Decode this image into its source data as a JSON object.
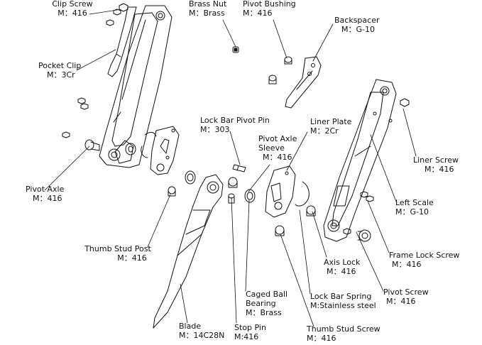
{
  "parts": [
    {
      "key": "clip_screw",
      "name": "Clip Screw",
      "material": "M：416"
    },
    {
      "key": "brass_nut",
      "name": "Brass Nut",
      "material": "M：Brass"
    },
    {
      "key": "pivot_bushing",
      "name": "Pivot Bushing",
      "material": "M：416"
    },
    {
      "key": "backspacer",
      "name": "Backspacer",
      "material": "M：G-10"
    },
    {
      "key": "pocket_clip",
      "name": "Pocket Clip",
      "material": "M：3Cr"
    },
    {
      "key": "lock_bar_pivot_pin",
      "name": "Lock Bar Pivot Pin",
      "material": "M：303"
    },
    {
      "key": "liner_plate",
      "name": "Liner Plate",
      "material": "M：2Cr"
    },
    {
      "key": "pivot_axle_sleeve",
      "name_line1": "Pivot Axle",
      "name_line2": "Sleeve",
      "material": "M：416"
    },
    {
      "key": "liner_screw",
      "name": "Liner Screw",
      "material": "M：416"
    },
    {
      "key": "pivot_axle",
      "name": "Pivot Axle",
      "material": "M：416"
    },
    {
      "key": "left_scale",
      "name": "Left Scale",
      "material": "M：G-10"
    },
    {
      "key": "frame_lock_screw",
      "name": "Frame Lock Screw",
      "material": "M：416"
    },
    {
      "key": "thumb_stud_post",
      "name": "Thumb Stud Post",
      "material": "M：416"
    },
    {
      "key": "axis_lock",
      "name": "Axis Lock",
      "material": "M：416"
    },
    {
      "key": "pivot_screw",
      "name": "Pivot Screw",
      "material": "M：416"
    },
    {
      "key": "caged_ball_bearing",
      "name_line1": "Caged Ball",
      "name_line2": "Bearing",
      "material": "M：Brass"
    },
    {
      "key": "lock_bar_spring",
      "name": "Lock Bar Spring",
      "material": "M:Stainless steel"
    },
    {
      "key": "blade",
      "name": "Blade",
      "material": "M：14C28N"
    },
    {
      "key": "stop_pin",
      "name": "Stop Pin",
      "material": "M:416"
    },
    {
      "key": "thumb_stud_screw",
      "name": "Thumb Stud Screw",
      "material": "M：416"
    }
  ]
}
